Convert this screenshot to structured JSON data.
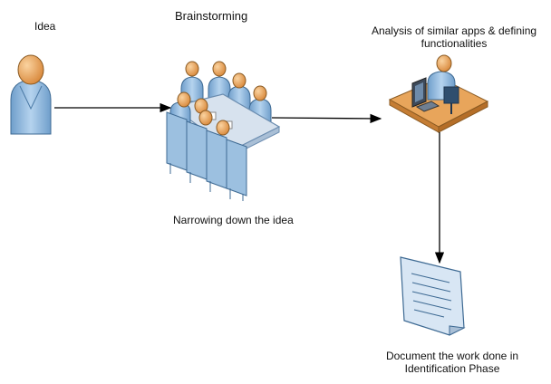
{
  "labels": {
    "idea": "Idea",
    "brainstorming": "Brainstorming",
    "analysis": "Analysis of similar apps & defining functionalities",
    "narrowing": "Narrowing down the idea",
    "document": "Document the work done in Identification Phase"
  },
  "icons": {
    "person": "person-icon",
    "meeting": "meeting-table-icon",
    "workstation": "computer-desk-icon",
    "document": "document-icon"
  },
  "colors": {
    "person_head": "#F0A35A",
    "person_body": "#9CC0E0",
    "table_top": "#D7E2EE",
    "desk": "#E8A55B",
    "document": "#D8E6F4",
    "arrow": "#000000"
  }
}
